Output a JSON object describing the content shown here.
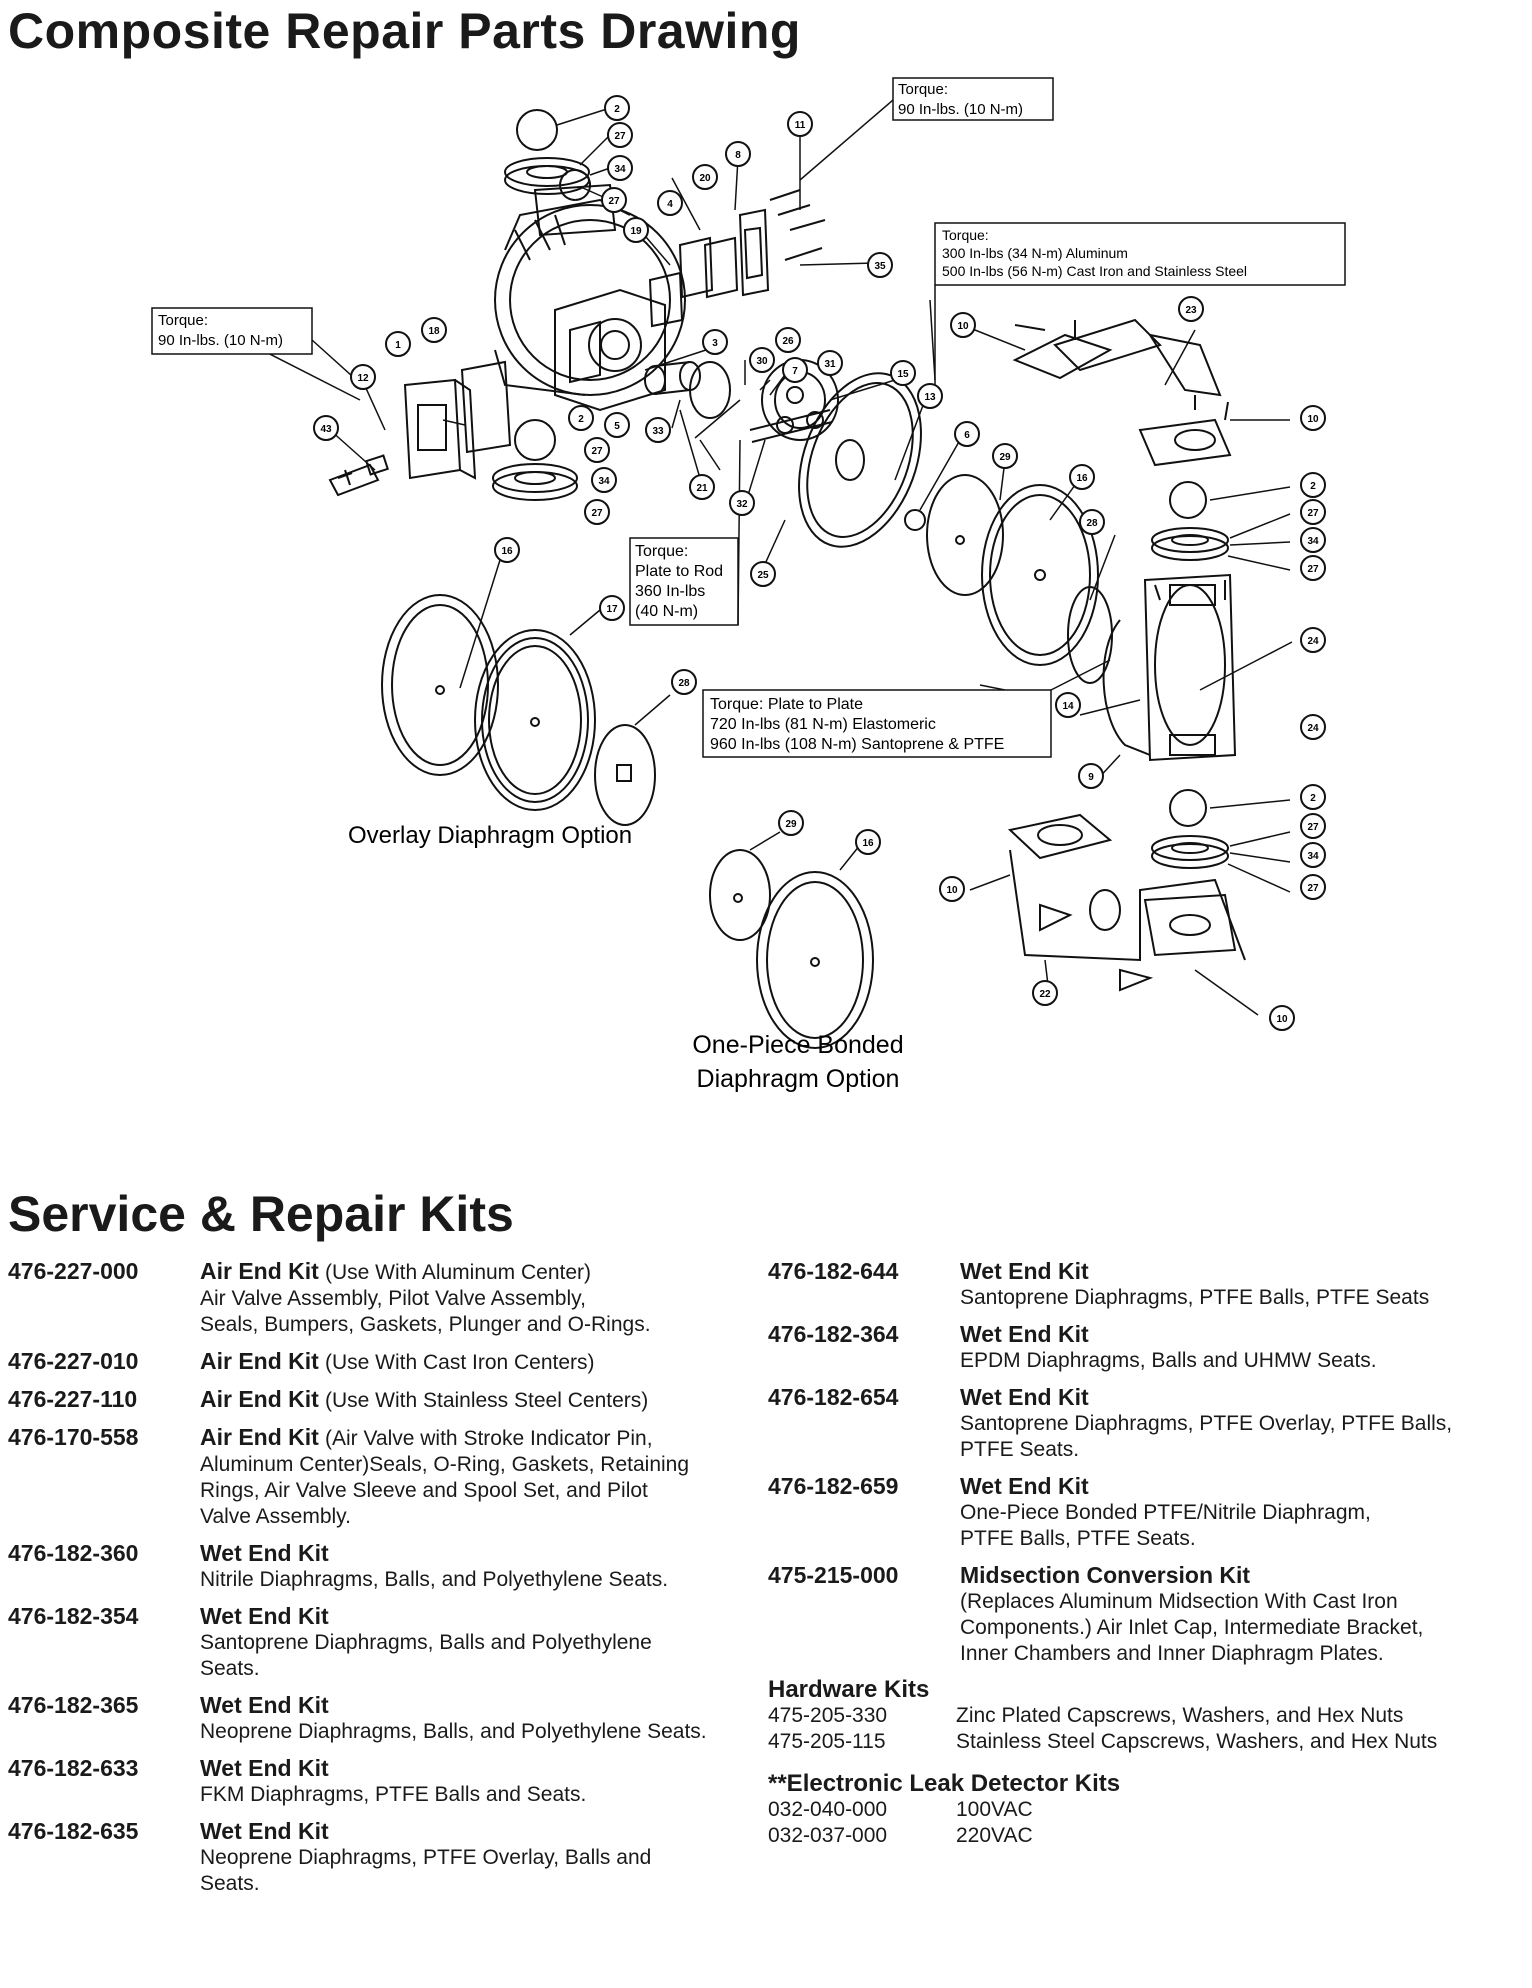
{
  "drawing_title": "Composite Repair Parts Drawing",
  "kits_title": "Service & Repair Kits",
  "callouts": {
    "torque_a": [
      "Torque:",
      "90 In-lbs. (10 N-m)"
    ],
    "torque_b": [
      "Torque:",
      "90 In-lbs. (10 N-m)"
    ],
    "torque_c": [
      "Torque:",
      "300 In-lbs (34 N-m) Aluminum",
      "500 In-lbs (56 N-m) Cast Iron and Stainless Steel"
    ],
    "torque_d": [
      "Torque:",
      "Plate to Rod",
      "360 In-lbs",
      "(40 N-m)"
    ],
    "torque_e": [
      "Torque:  Plate to Plate",
      "720 In-lbs (81 N-m) Elastomeric",
      "960 In-lbs (108 N-m) Santoprene & PTFE"
    ]
  },
  "captions": {
    "overlay": "Overlay Diaphragm Option",
    "bonded_1": "One-Piece Bonded",
    "bonded_2": "Diaphragm Option"
  },
  "balloons": [
    "2",
    "27",
    "34",
    "27",
    "11",
    "8",
    "20",
    "4",
    "19",
    "35",
    "18",
    "1",
    "12",
    "43",
    "3",
    "26",
    "30",
    "7",
    "31",
    "33",
    "21",
    "32",
    "25",
    "5",
    "2",
    "27",
    "34",
    "27",
    "15",
    "13",
    "6",
    "29",
    "16",
    "16",
    "17",
    "28",
    "28",
    "24",
    "24",
    "14",
    "9",
    "23",
    "10",
    "10",
    "2",
    "27",
    "34",
    "27",
    "2",
    "27",
    "34",
    "27",
    "29",
    "16",
    "10",
    "22",
    "10"
  ],
  "kits_left": [
    {
      "num": "476-227-000",
      "name": "Air End Kit",
      "paren": "(Use With Aluminum Center)",
      "desc": [
        "Air Valve Assembly, Pilot Valve Assembly,",
        "Seals, Bumpers, Gaskets, Plunger and O-Rings."
      ]
    },
    {
      "num": "476-227-010",
      "name": "Air End Kit",
      "paren": "(Use With Cast Iron Centers)",
      "desc": []
    },
    {
      "num": "476-227-110",
      "name": "Air End Kit",
      "paren": "(Use With Stainless Steel Centers)",
      "desc": []
    },
    {
      "num": "476-170-558",
      "name": "Air End Kit",
      "paren": "(Air Valve with Stroke Indicator Pin,",
      "desc": [
        "Aluminum Center)Seals, O-Ring, Gaskets, Retaining",
        "Rings, Air Valve Sleeve and Spool Set, and Pilot",
        "Valve Assembly."
      ]
    },
    {
      "num": "476-182-360",
      "name": "Wet End Kit",
      "paren": "",
      "desc": [
        "Nitrile Diaphragms, Balls, and Polyethylene Seats."
      ]
    },
    {
      "num": "476-182-354",
      "name": "Wet End Kit",
      "paren": "",
      "desc": [
        "Santoprene Diaphragms, Balls and Polyethylene",
        "Seats."
      ]
    },
    {
      "num": "476-182-365",
      "name": "Wet End Kit",
      "paren": "",
      "desc": [
        "Neoprene Diaphragms, Balls, and Polyethylene Seats."
      ]
    },
    {
      "num": "476-182-633",
      "name": "Wet End Kit",
      "paren": "",
      "desc": [
        "FKM Diaphragms, PTFE Balls and Seats."
      ]
    },
    {
      "num": "476-182-635",
      "name": "Wet End Kit",
      "paren": "",
      "desc": [
        "Neoprene Diaphragms, PTFE Overlay, Balls and",
        "Seats."
      ]
    }
  ],
  "kits_right": [
    {
      "num": "476-182-644",
      "name": "Wet End Kit",
      "paren": "",
      "desc": [
        "Santoprene Diaphragms, PTFE Balls, PTFE Seats"
      ]
    },
    {
      "num": "476-182-364",
      "name": "Wet End Kit",
      "paren": "",
      "desc": [
        "EPDM Diaphragms, Balls and UHMW Seats."
      ]
    },
    {
      "num": "476-182-654",
      "name": "Wet End Kit",
      "paren": "",
      "desc": [
        "Santoprene Diaphragms, PTFE Overlay, PTFE Balls,",
        "PTFE Seats."
      ]
    },
    {
      "num": "476-182-659",
      "name": "Wet End Kit",
      "paren": "",
      "desc": [
        "One-Piece Bonded PTFE/Nitrile Diaphragm,",
        "PTFE Balls, PTFE Seats."
      ]
    },
    {
      "num": "475-215-000",
      "name": "Midsection Conversion Kit",
      "paren": "",
      "desc": [
        "(Replaces Aluminum Midsection With Cast Iron",
        "Components.) Air Inlet Cap, Intermediate Bracket,",
        "Inner Chambers and Inner Diaphragm Plates."
      ]
    }
  ],
  "hardware": {
    "title": "Hardware Kits",
    "rows": [
      {
        "num": "475-205-330",
        "desc": "Zinc Plated Capscrews, Washers, and Hex Nuts"
      },
      {
        "num": "475-205-115",
        "desc": "Stainless Steel Capscrews, Washers, and Hex Nuts"
      }
    ]
  },
  "leak": {
    "title": "**Electronic Leak Detector Kits",
    "rows": [
      {
        "num": "032-040-000",
        "desc": "100VAC"
      },
      {
        "num": "032-037-000",
        "desc": "220VAC"
      }
    ]
  }
}
